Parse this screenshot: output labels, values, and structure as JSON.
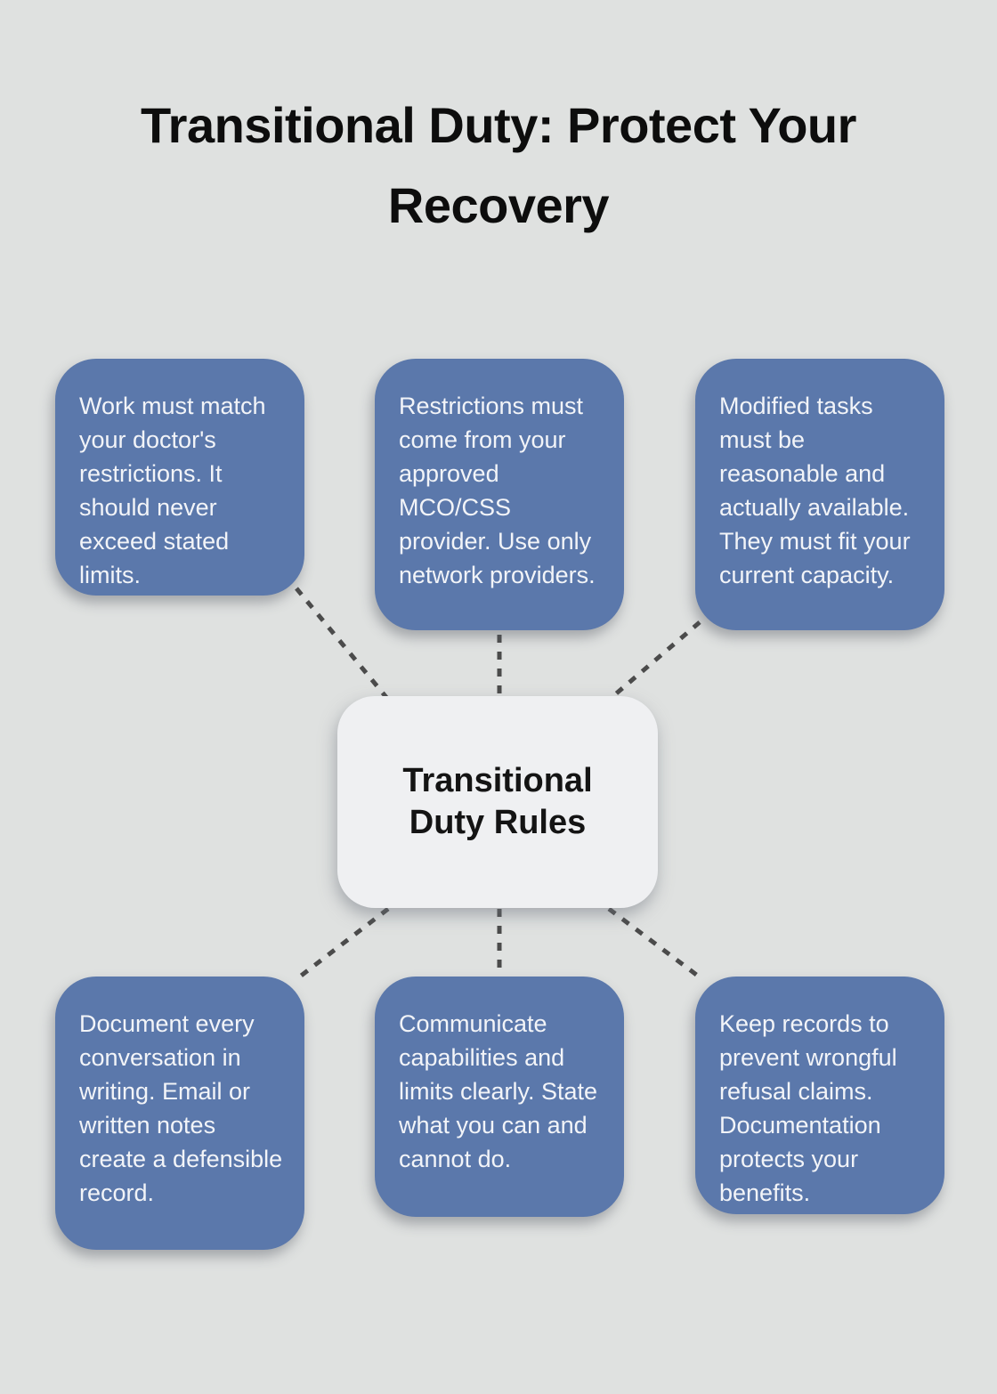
{
  "title": "Transitional Duty: Protect Your Recovery",
  "center_node": {
    "label": "Transitional Duty Rules"
  },
  "nodes": [
    {
      "text": "Work must match your doctor's restrictions. It should never exceed stated limits."
    },
    {
      "text": "Restrictions must come from your approved MCO/CSS provider. Use only network providers."
    },
    {
      "text": "Modified tasks must be reasonable and actually available. They must fit your current capacity."
    },
    {
      "text": "Document every conversation in writing. Email or written notes create a defensible record."
    },
    {
      "text": "Communicate capabilities and limits clearly. State what you can and cannot do."
    },
    {
      "text": "Keep records to prevent wrongful refusal claims. Documentation protects your benefits."
    }
  ],
  "colors": {
    "background": "#dfe1e0",
    "node_fill": "#5b78ab",
    "node_text": "#f2f4f8",
    "center_fill": "#eff0f2",
    "center_text": "#141414",
    "connector": "#4b4b4b",
    "title_text": "#0d0d0d"
  }
}
